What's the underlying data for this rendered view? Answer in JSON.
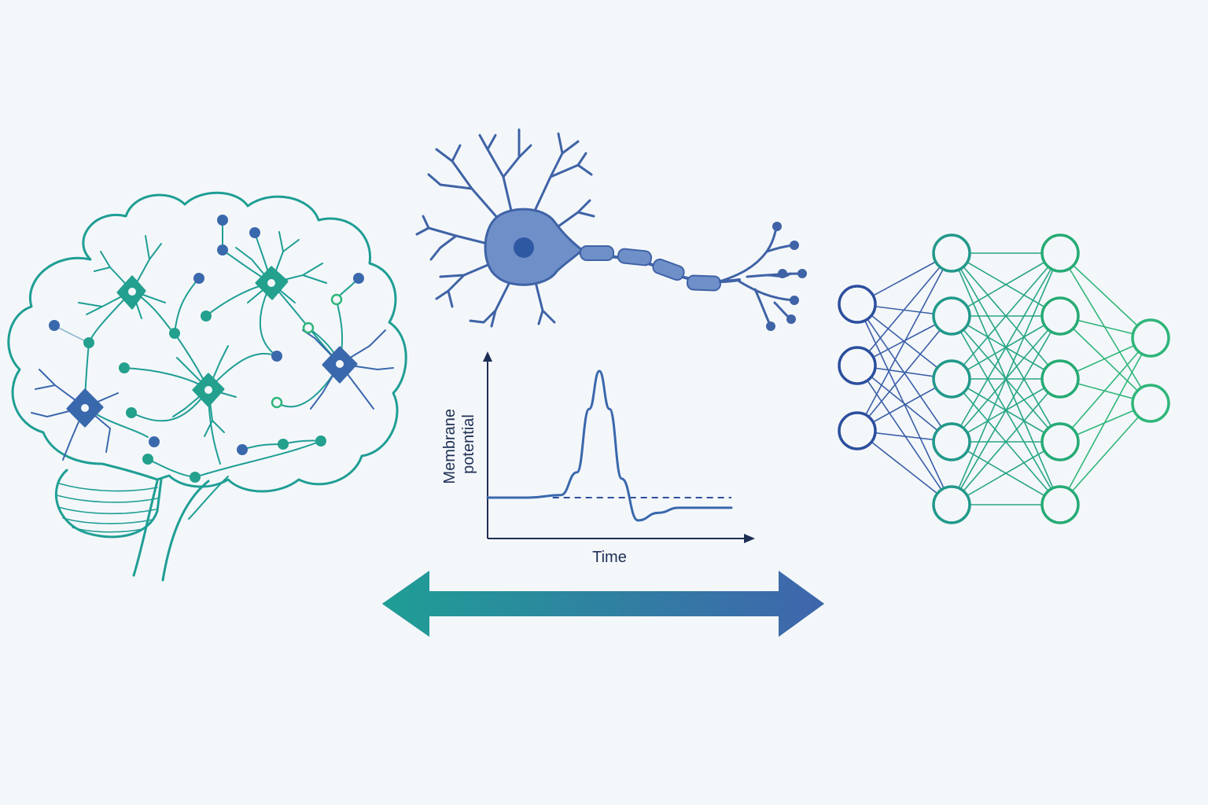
{
  "colors": {
    "background": "#f4f7fa",
    "teal": "#1f9e95",
    "teal_light": "#2aa79a",
    "blue": "#3a68ad",
    "blue_dark": "#2b4f9e",
    "green": "#2fb67a",
    "neuron_fill": "#6f8fc9",
    "axon_dark": "#1e2f55",
    "dendrite_blue": "#3f63a6"
  },
  "icons": {
    "brain": "brain-network-icon",
    "neuron": "biological-neuron-icon",
    "network": "artificial-neural-network-icon",
    "arrow": "double-headed-arrow-icon"
  },
  "chart_data": {
    "type": "line",
    "title": "",
    "xlabel": "Time",
    "ylabel_line1": "Membrane",
    "ylabel_line2": "potential",
    "series": [
      {
        "values": [
          [
            0,
            0.0
          ],
          [
            1,
            0.0
          ],
          [
            1.8,
            0.02
          ],
          [
            2.2,
            0.2
          ],
          [
            2.5,
            0.7
          ],
          [
            2.75,
            1.0
          ],
          [
            3.0,
            0.7
          ],
          [
            3.3,
            0.15
          ],
          [
            3.7,
            -0.18
          ],
          [
            4.2,
            -0.12
          ],
          [
            4.7,
            -0.08
          ],
          [
            5.5,
            -0.08
          ],
          [
            6,
            -0.08
          ]
        ]
      }
    ],
    "baseline": 0.0,
    "baseline_style": "dashed",
    "xlim": [
      0,
      6
    ],
    "ylim": [
      -0.3,
      1.1
    ]
  },
  "network": {
    "layers": [
      3,
      5,
      5,
      2
    ]
  }
}
